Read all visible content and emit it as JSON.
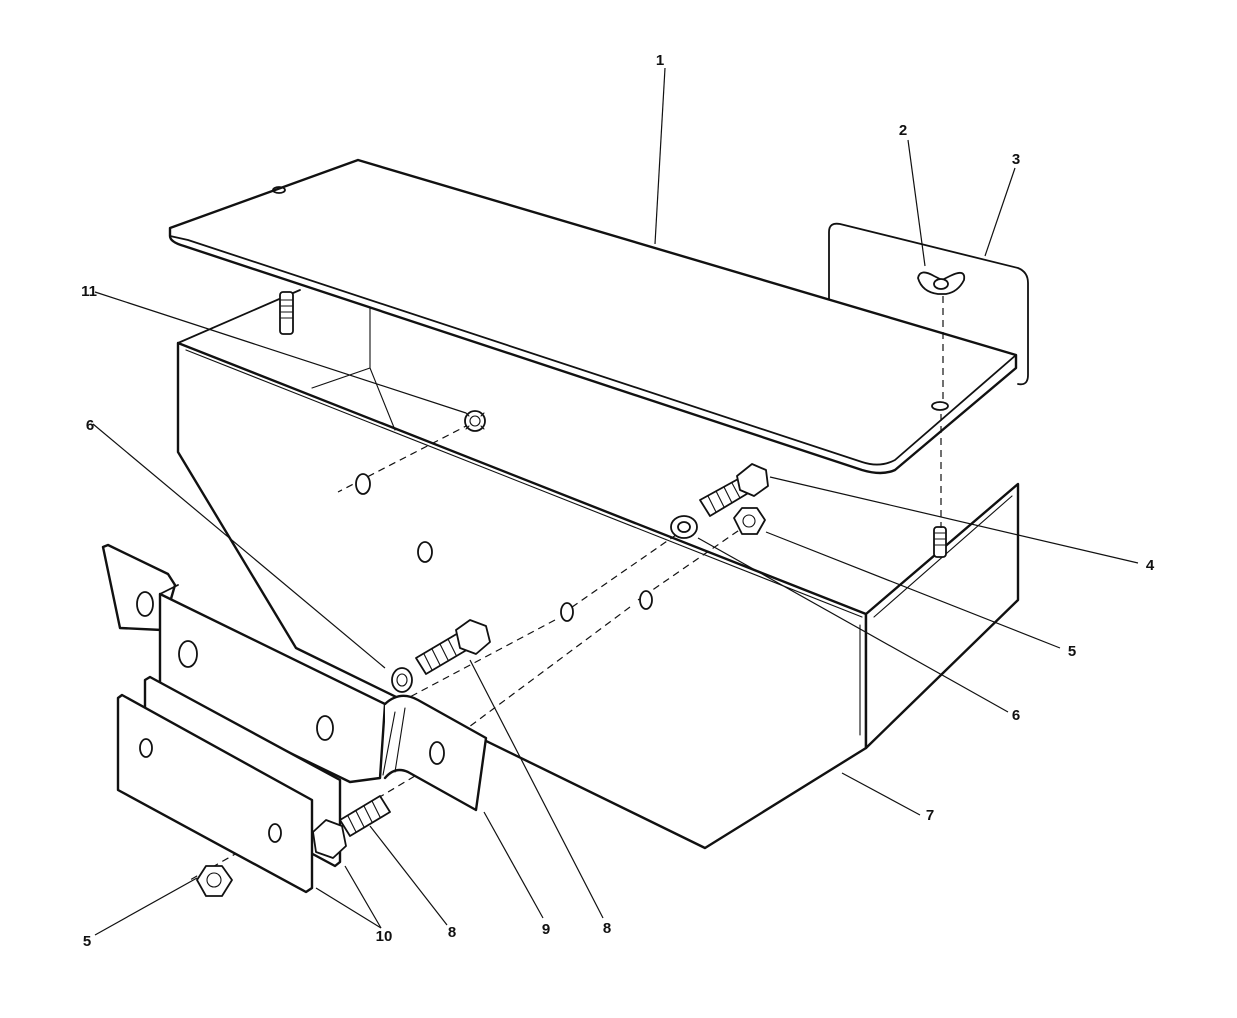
{
  "callouts": [
    {
      "id": "callout-1",
      "text": "1"
    },
    {
      "id": "callout-2",
      "text": "2"
    },
    {
      "id": "callout-3",
      "text": "3"
    },
    {
      "id": "callout-4",
      "text": "4"
    },
    {
      "id": "callout-5a",
      "text": "5"
    },
    {
      "id": "callout-6a",
      "text": "6"
    },
    {
      "id": "callout-6b",
      "text": "6"
    },
    {
      "id": "callout-7",
      "text": "7"
    },
    {
      "id": "callout-8a",
      "text": "8"
    },
    {
      "id": "callout-8b",
      "text": "8"
    },
    {
      "id": "callout-9",
      "text": "9"
    },
    {
      "id": "callout-10",
      "text": "10"
    },
    {
      "id": "callout-11",
      "text": "11"
    },
    {
      "id": "callout-5b",
      "text": "5"
    }
  ]
}
